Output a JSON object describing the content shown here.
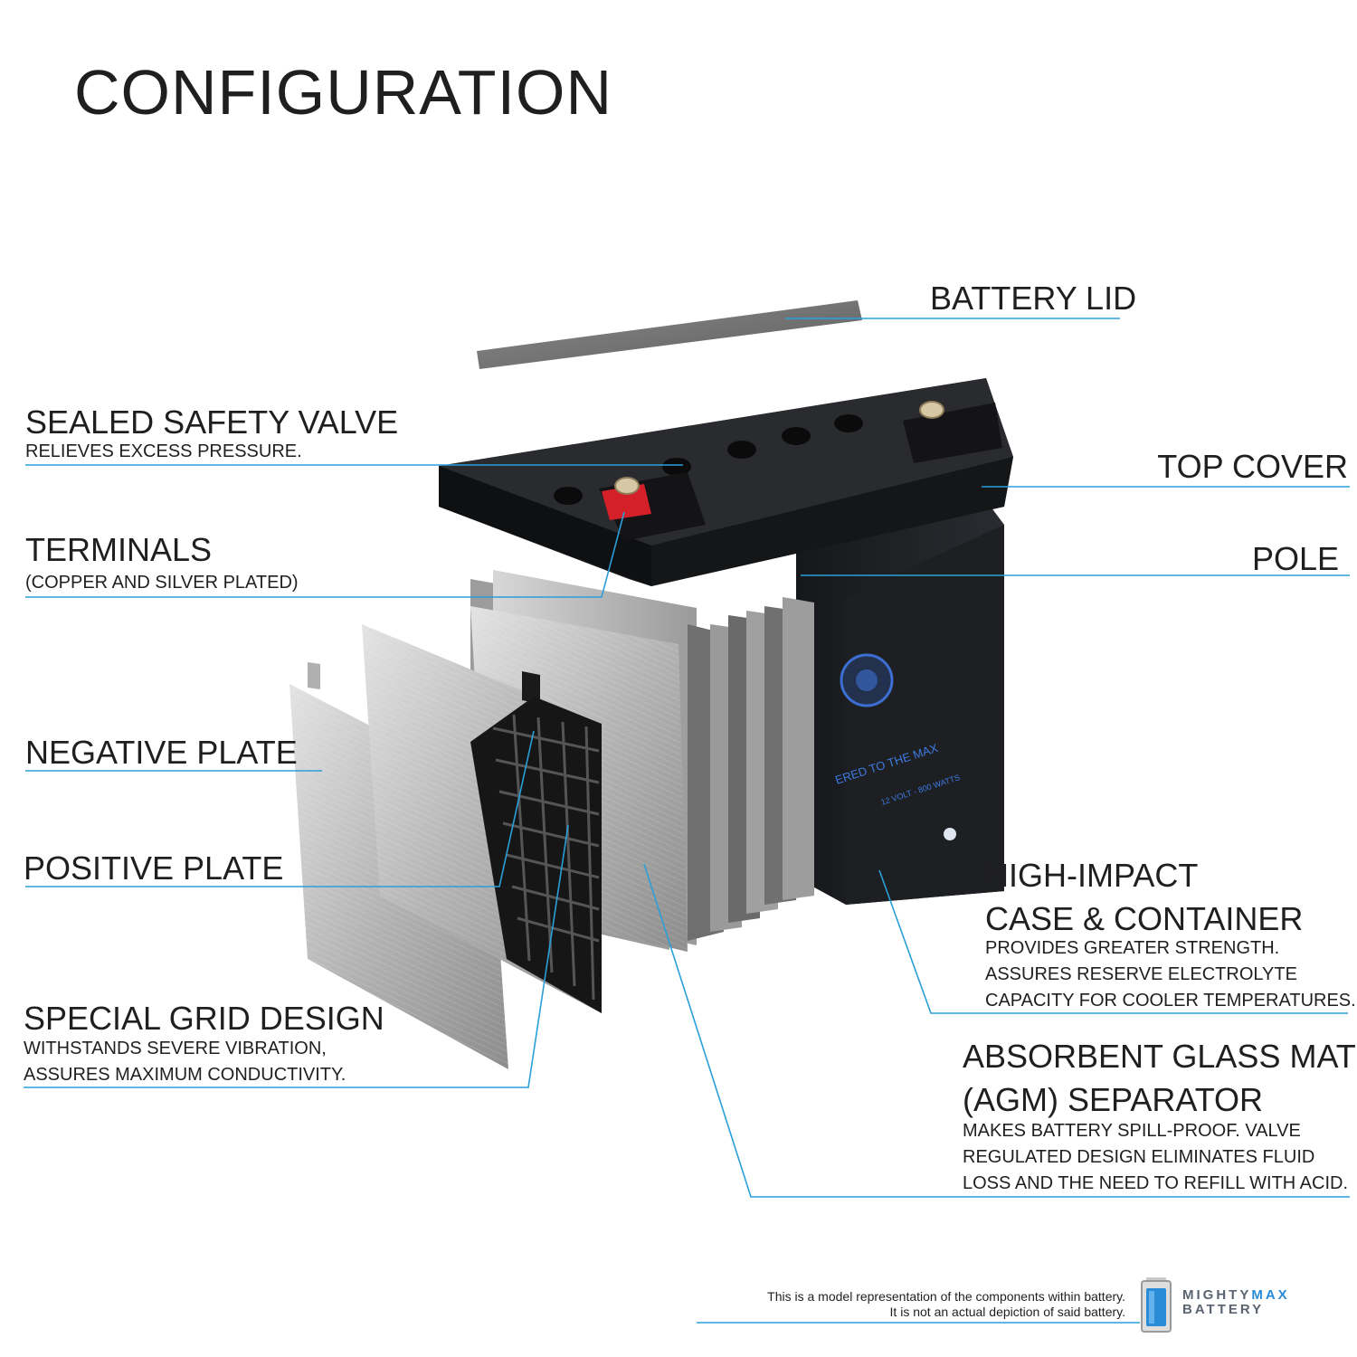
{
  "title": "CONFIGURATION",
  "callouts": {
    "battery_lid": {
      "label": "BATTERY LID"
    },
    "sealed_valve": {
      "label": "SEALED SAFETY VALVE",
      "desc": "RELIEVES EXCESS PRESSURE."
    },
    "top_cover": {
      "label": "TOP COVER"
    },
    "terminals": {
      "label": "TERMINALS",
      "desc": "(COPPER AND SILVER PLATED)"
    },
    "pole": {
      "label": "POLE"
    },
    "negative_plate": {
      "label": "NEGATIVE PLATE"
    },
    "positive_plate": {
      "label": "POSITIVE PLATE"
    },
    "grid_design": {
      "label": "SPECIAL GRID DESIGN",
      "desc_lines": [
        "WITHSTANDS SEVERE VIBRATION,",
        "ASSURES MAXIMUM CONDUCTIVITY."
      ]
    },
    "case": {
      "label_lines": [
        "HIGH-IMPACT",
        "CASE & CONTAINER"
      ],
      "desc_lines": [
        "PROVIDES GREATER STRENGTH.",
        "ASSURES RESERVE ELECTROLYTE",
        "CAPACITY FOR COOLER TEMPERATURES."
      ]
    },
    "agm": {
      "label_lines": [
        "ABSORBENT GLASS MAT",
        "(AGM) SEPARATOR"
      ],
      "desc_lines": [
        "MAKES BATTERY SPILL-PROOF. VALVE",
        "REGULATED DESIGN ELIMINATES FLUID",
        "LOSS AND THE NEED TO REFILL WITH ACID."
      ]
    }
  },
  "battery_label": {
    "line1": "ERED TO THE MAX",
    "line2": "12 VOLT - 800 WATTS"
  },
  "disclaimer": {
    "line1": "This is a model representation of the components within battery.",
    "line2": "It is not an actual depiction of said battery."
  },
  "logo": {
    "word1": "MIGHTY",
    "word2": "MAX",
    "word3": "BATTERY"
  },
  "colors": {
    "leader": "#2a9fd8",
    "text": "#1f1f1f",
    "case": "#1b1c1f",
    "plate": "#b9b9b9",
    "terminal_red": "#d5202a"
  },
  "icons": [
    "battery-icon"
  ]
}
